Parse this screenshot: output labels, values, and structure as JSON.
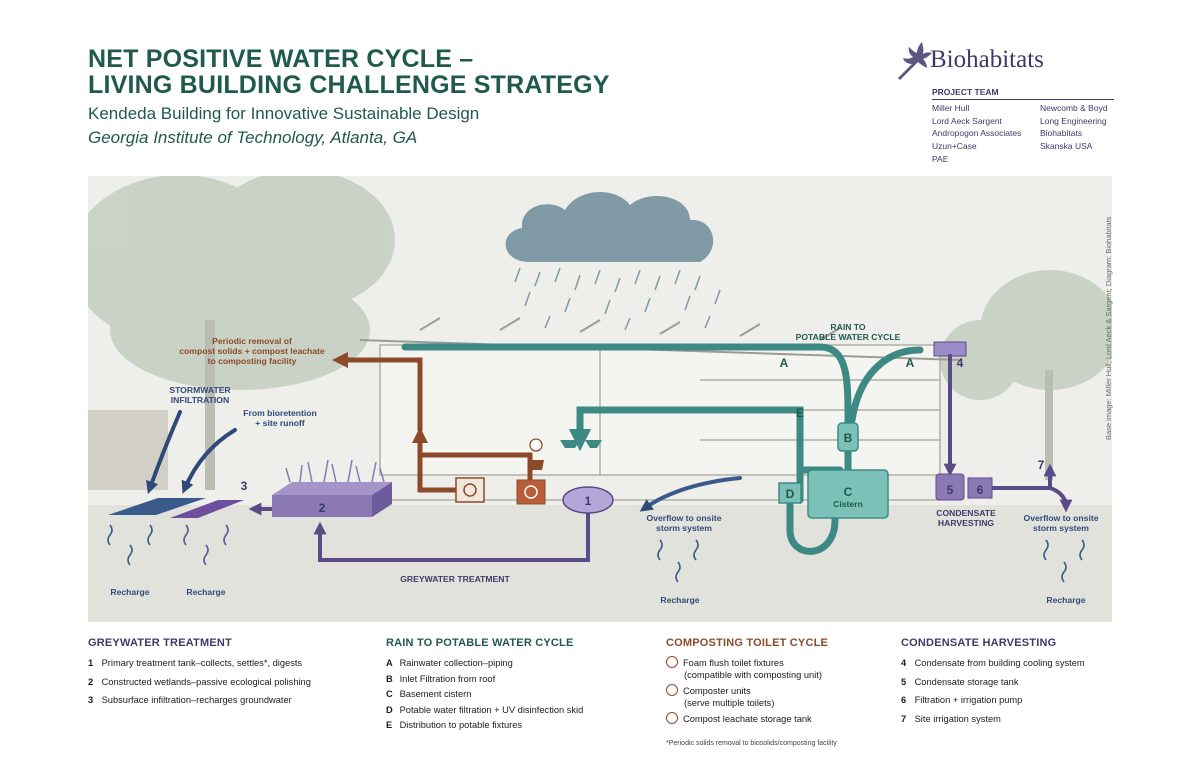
{
  "header": {
    "title_line1": "NET POSITIVE WATER CYCLE –",
    "title_line2": "LIVING BUILDING CHALLENGE STRATEGY",
    "subtitle": "Kendeda Building for Innovative Sustainable Design",
    "location": "Georgia Institute of Technology, Atlanta, GA"
  },
  "logo": {
    "text": "Biohabitats",
    "icon": "oak-leaf-icon"
  },
  "project_team": {
    "heading": "PROJECT TEAM",
    "col1": [
      "Miller Hull",
      "Lord Aeck Sargent",
      "Andropogon Associates",
      "Uzun+Case",
      "PAE"
    ],
    "col2": [
      "Newcomb & Boyd",
      "Long Engineering",
      "Biohabitats",
      "Skanska USA"
    ]
  },
  "diagram": {
    "compost_note_1": "Periodic removal of",
    "compost_note_2": "compost solids + compost leachate",
    "compost_note_3": "to composting facility",
    "stormwater_1": "STORMWATER",
    "stormwater_2": "INFILTRATION",
    "bioretention_1": "From bioretention",
    "bioretention_2": "+ site runoff",
    "rain_label_1": "RAIN TO",
    "rain_label_2": "POTABLE WATER CYCLE",
    "greywater_label": "GREYWATER TREATMENT",
    "overflow_a_1": "Overflow to onsite",
    "overflow_a_2": "storm system",
    "overflow_b_1": "Overflow to onsite",
    "overflow_b_2": "storm system",
    "condensate_1": "CONDENSATE",
    "condensate_2": "HARVESTING",
    "cistern": "Cistern",
    "recharge": "Recharge",
    "markers": {
      "a": "A",
      "b": "B",
      "c": "C",
      "d": "D",
      "e": "E",
      "one": "1",
      "two": "2",
      "three": "3",
      "four": "4",
      "five": "5",
      "six": "6",
      "seven": "7"
    },
    "image_credit": "Base image: Miller Hull, Lord Aeck & Sargent; Diagram: Biohabitats"
  },
  "colors": {
    "title": "#1f5a4c",
    "teal": "#3d8a85",
    "purple": "#5a4a86",
    "brown": "#8c4a2a",
    "navy": "#2f4a78",
    "logo": "#3d3a6b"
  },
  "legend": {
    "greywater": {
      "heading": "GREYWATER TREATMENT",
      "items": [
        {
          "key": "1",
          "text": "Primary treatment tank–collects, settles*, digests"
        },
        {
          "key": "2",
          "text": "Constructed wetlands–passive ecological polishing"
        },
        {
          "key": "3",
          "text": "Subsurface infiltration–recharges groundwater"
        }
      ]
    },
    "rain": {
      "heading": "RAIN TO  POTABLE WATER CYCLE",
      "items": [
        {
          "key": "A",
          "text": "Rainwater collection–piping"
        },
        {
          "key": "B",
          "text": "Inlet Filtration from roof"
        },
        {
          "key": "C",
          "text": "Basement cistern"
        },
        {
          "key": "D",
          "text": "Potable water filtration + UV disinfection skid"
        },
        {
          "key": "E",
          "text": "Distribution to potable fixtures"
        }
      ]
    },
    "composting": {
      "heading": "COMPOSTING TOILET CYCLE",
      "items": [
        {
          "icon": "toilet-fixture-icon",
          "line1": "Foam flush toilet fixtures",
          "line2": "(compatible with composting unit)"
        },
        {
          "icon": "composter-unit-icon",
          "line1": "Composter units",
          "line2": "(serve multiple toilets)"
        },
        {
          "icon": "leachate-tank-icon",
          "line1": "Compost leachate storage tank",
          "line2": ""
        }
      ],
      "footnote": "*Periodic solids removal to biosolids/composting facility"
    },
    "condensate": {
      "heading": "CONDENSATE HARVESTING",
      "items": [
        {
          "key": "4",
          "text": "Condensate from building cooling system"
        },
        {
          "key": "5",
          "text": "Condensate storage tank"
        },
        {
          "key": "6",
          "text": "Filtration + irrigation pump"
        },
        {
          "key": "7",
          "text": "Site irrigation system"
        }
      ]
    }
  }
}
